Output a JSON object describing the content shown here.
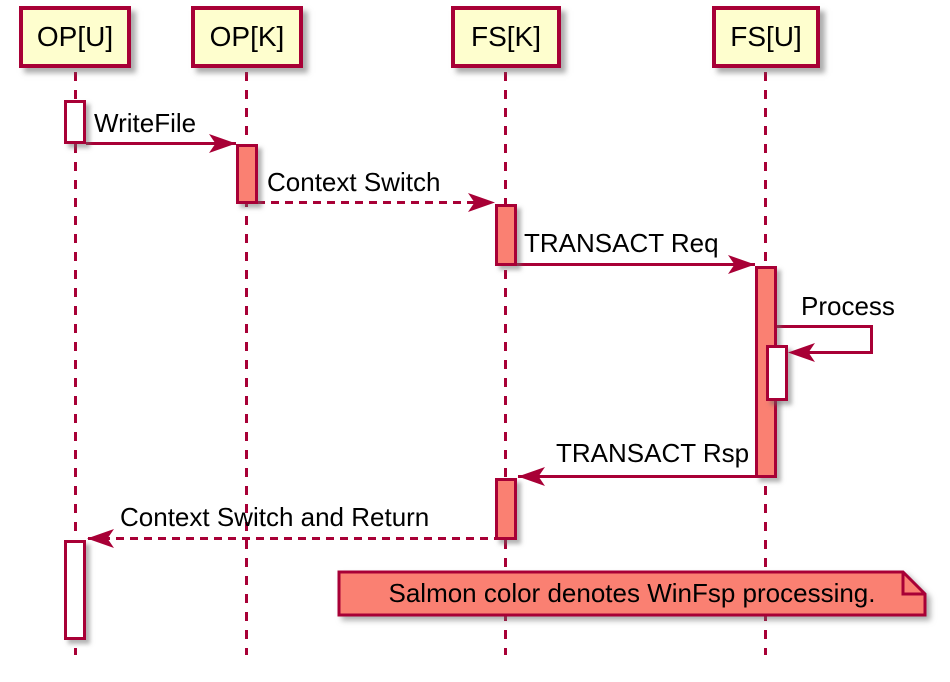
{
  "colors": {
    "background": "#ffffff",
    "border": "#a80036",
    "participant_fill": "#fefece",
    "salmon": "#fa8072",
    "text": "#000000"
  },
  "participants": [
    {
      "label": "OP[U]"
    },
    {
      "label": "OP[K]"
    },
    {
      "label": "FS[K]"
    },
    {
      "label": "FS[U]"
    }
  ],
  "messages": [
    {
      "label": "WriteFile",
      "from": "OP[U]",
      "to": "OP[K]",
      "style": "solid"
    },
    {
      "label": "Context Switch",
      "from": "OP[K]",
      "to": "FS[K]",
      "style": "dashed"
    },
    {
      "label": "TRANSACT Req",
      "from": "FS[K]",
      "to": "FS[U]",
      "style": "solid"
    },
    {
      "label": "Process",
      "from": "FS[U]",
      "to": "FS[U]",
      "style": "solid",
      "self": true
    },
    {
      "label": "TRANSACT Rsp",
      "from": "FS[U]",
      "to": "FS[K]",
      "style": "solid"
    },
    {
      "label": "Context Switch and Return",
      "from": "FS[K]",
      "to": "OP[U]",
      "style": "dashed"
    }
  ],
  "note": {
    "text": "Salmon color denotes WinFsp processing."
  }
}
